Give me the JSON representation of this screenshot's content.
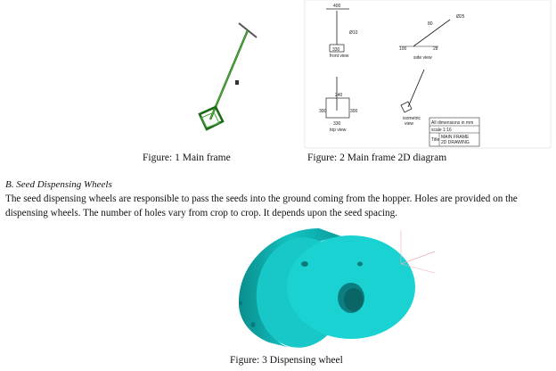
{
  "figures": {
    "fig1_caption": "Figure: 1 Main frame",
    "fig2_caption": "Figure: 2 Main frame 2D diagram",
    "fig3_caption": "Figure: 3 Dispensing wheel"
  },
  "drawing": {
    "dim_top_width": "400",
    "dim_rod_dia": "Ø10",
    "dim_front_base": "330",
    "front_view": "front view",
    "dim_side_80": "80",
    "dim_side_25": "Ø25",
    "dim_side_100": "100",
    "dim_side_28": "28",
    "side_view": "side view",
    "dim_top_240": "240",
    "dim_top_left": "300",
    "dim_top_right": "300",
    "dim_top_base": "330",
    "top_view": "top view",
    "iso_view_1": "isometric",
    "iso_view_2": "view",
    "tb_all_dims": "All dimensions in mm",
    "tb_scale": "scale 1:16",
    "tb_title_label": "Title",
    "tb_title_1": "MAIN FRAME",
    "tb_title_2": "2D DRAWING"
  },
  "section": {
    "heading": "B.   Seed Dispensing Wheels",
    "paragraph": "The seed dispensing wheels are responsible to pass the seeds into the ground coming from the hopper. Holes are provided on the dispensing wheels. The number of holes vary from crop to crop. It depends upon the seed spacing."
  }
}
